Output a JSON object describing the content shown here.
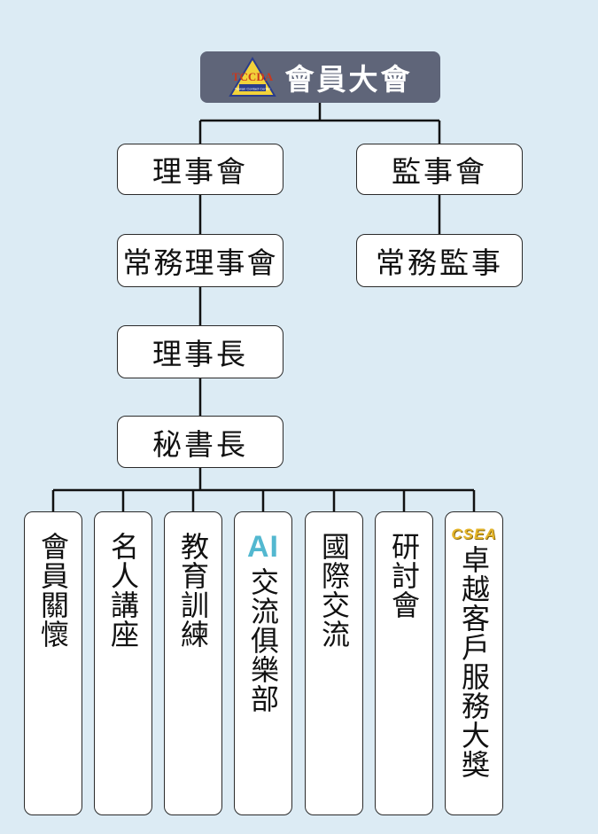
{
  "top": {
    "title": "會員大會",
    "logo": {
      "text": "TCCDA",
      "subtext": "Taiwan Contact Center Development Association"
    }
  },
  "nodes": {
    "board": "理事會",
    "supervisors": "監事會",
    "standing_board": "常務理事會",
    "standing_supervisor": "常務監事",
    "chairman": "理事長",
    "secretary_general": "秘書長"
  },
  "departments": [
    {
      "label": "會員關懷"
    },
    {
      "label": "名人講座"
    },
    {
      "label": "教育訓練"
    },
    {
      "label": "交流俱樂部",
      "badge": "AI"
    },
    {
      "label": "國際交流"
    },
    {
      "label": "研討會"
    },
    {
      "label": "卓越客戶服務大獎",
      "badge": "CSEA"
    }
  ],
  "colors": {
    "background": "#dcebf4",
    "top_box": "#5f6579",
    "ai_badge": "#53b8d0",
    "csea_badge": "#e5b52a",
    "line": "#111111"
  }
}
